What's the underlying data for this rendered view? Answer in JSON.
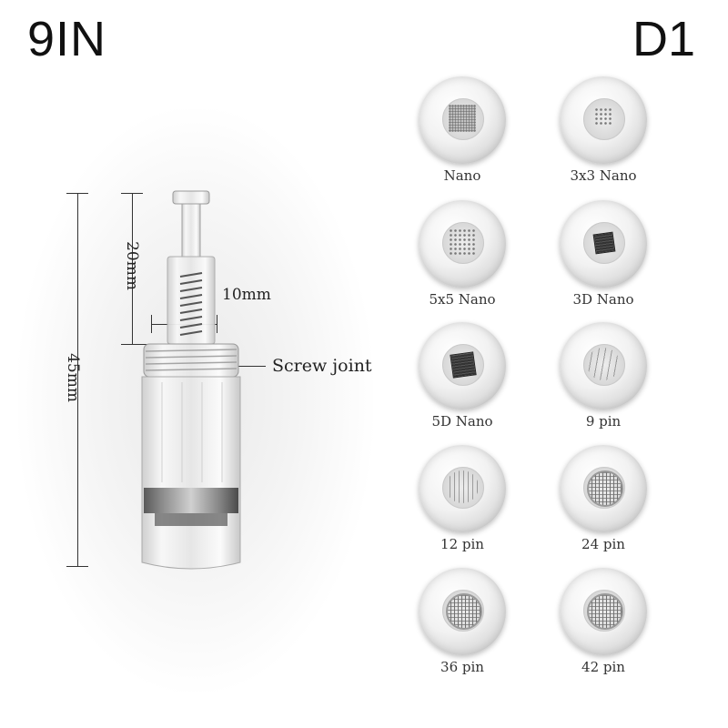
{
  "header": {
    "model_left": "9IN",
    "model_right": "D1"
  },
  "dimensions": {
    "total_length": "45mm",
    "upper_length": "20mm",
    "diameter": "10mm",
    "screw_label": "Screw joint"
  },
  "tips": [
    {
      "label": "Nano",
      "icon": "nano-dots-icon"
    },
    {
      "label": "3x3 Nano",
      "icon": "3x3-nano-icon"
    },
    {
      "label": "5x5 Nano",
      "icon": "5x5-nano-icon"
    },
    {
      "label": "3D Nano",
      "icon": "3d-nano-icon"
    },
    {
      "label": "5D Nano",
      "icon": "5d-nano-icon"
    },
    {
      "label": "9 pin",
      "icon": "9-pin-icon"
    },
    {
      "label": "12 pin",
      "icon": "12-pin-icon"
    },
    {
      "label": "24 pin",
      "icon": "24-pin-icon"
    },
    {
      "label": "36 pin",
      "icon": "36-pin-icon"
    },
    {
      "label": "42 pin",
      "icon": "42-pin-icon"
    }
  ]
}
